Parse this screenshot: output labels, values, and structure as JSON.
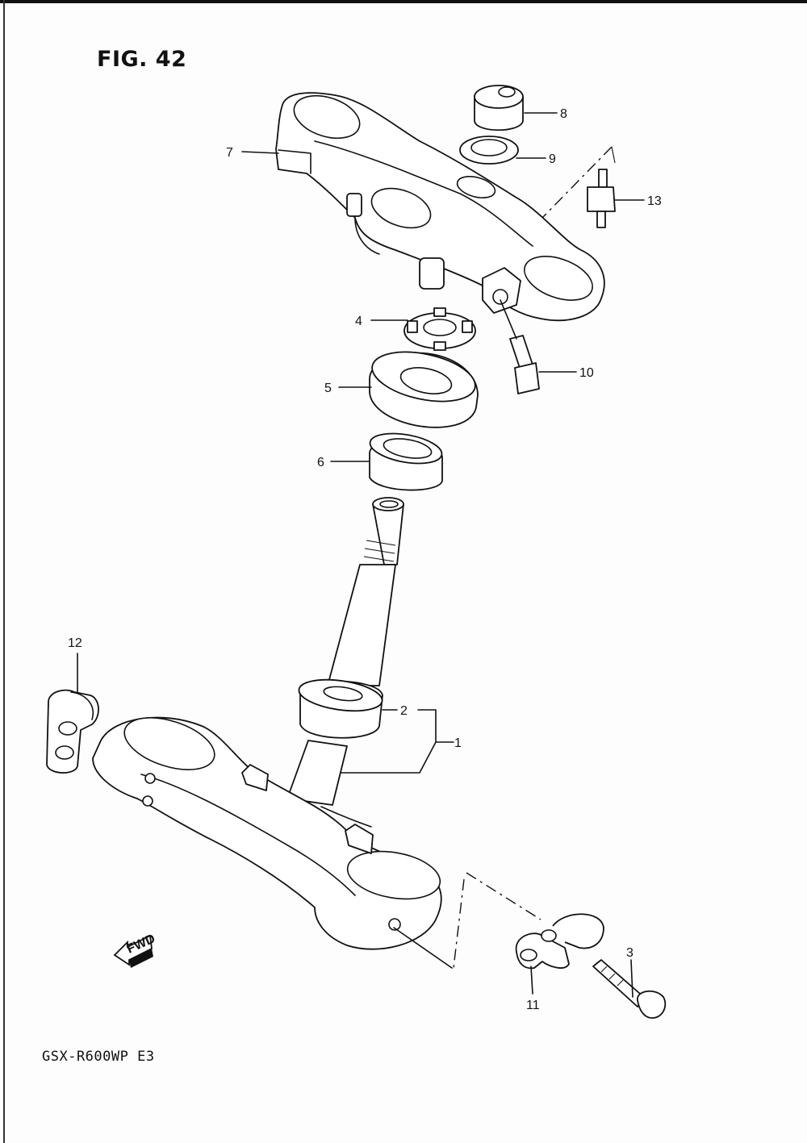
{
  "figure": {
    "title": "FIG. 42",
    "model_code": "GSX-R600WP E3",
    "fwd_marker": "FWD"
  },
  "callouts": [
    {
      "id": "1",
      "label": "1"
    },
    {
      "id": "2",
      "label": "2"
    },
    {
      "id": "3",
      "label": "3"
    },
    {
      "id": "4",
      "label": "4"
    },
    {
      "id": "5",
      "label": "5"
    },
    {
      "id": "6",
      "label": "6"
    },
    {
      "id": "7",
      "label": "7"
    },
    {
      "id": "8",
      "label": "8"
    },
    {
      "id": "9",
      "label": "9"
    },
    {
      "id": "10",
      "label": "10"
    },
    {
      "id": "11",
      "label": "11"
    },
    {
      "id": "12",
      "label": "12"
    },
    {
      "id": "13",
      "label": "13"
    }
  ]
}
